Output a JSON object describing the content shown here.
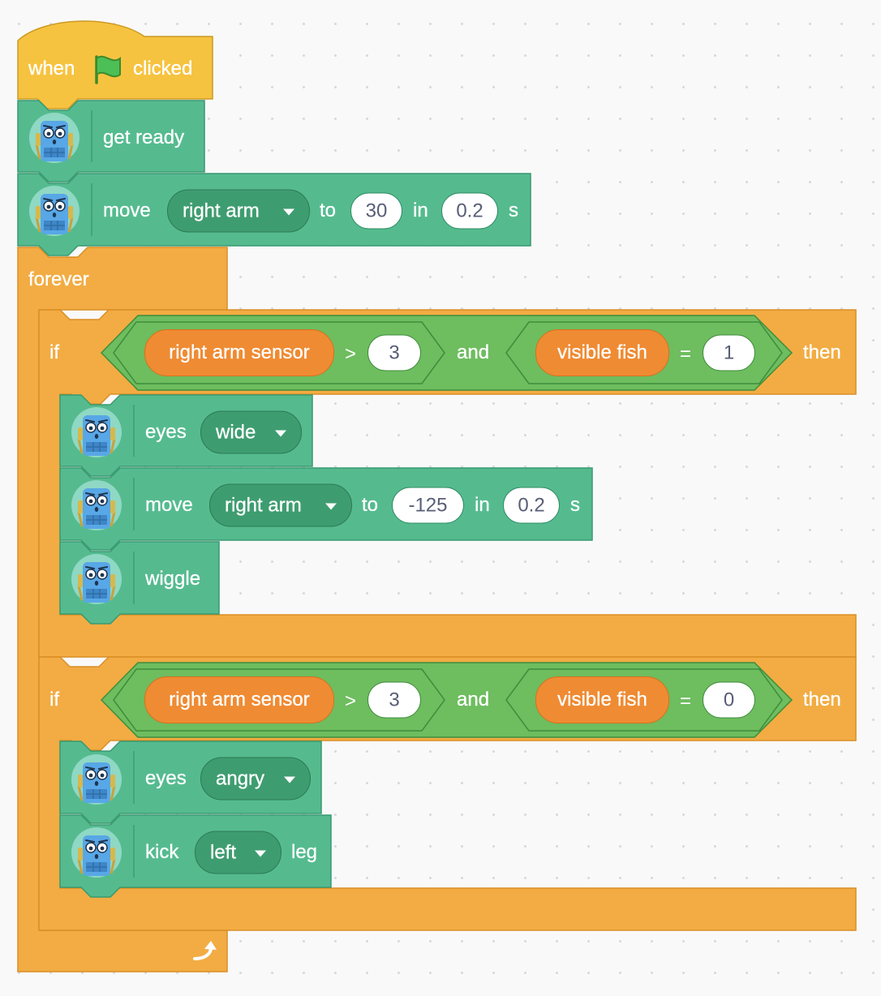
{
  "hat": {
    "when": "when",
    "clicked": "clicked",
    "flag_icon": "green-flag-icon"
  },
  "colors": {
    "events": "#f6c340",
    "control": "#f2ac43",
    "robot": "#55bb8f",
    "operators": "#6ebd5f",
    "sensing": "#ef8b33"
  },
  "robot_icon": "robot-icon",
  "get_ready": "get ready",
  "move1": {
    "move": "move",
    "part": "right arm",
    "to": "to",
    "angle": "30",
    "in": "in",
    "time": "0.2",
    "s": "s"
  },
  "forever": "forever",
  "if1": {
    "if": "if",
    "sensor": "right arm sensor",
    "gt": ">",
    "threshold": "3",
    "and": "and",
    "fish": "visible fish",
    "eq": "=",
    "fish_value": "1",
    "then": "then",
    "eyes": {
      "label": "eyes",
      "value": "wide"
    },
    "move": {
      "move": "move",
      "part": "right arm",
      "to": "to",
      "angle": "-125",
      "in": "in",
      "time": "0.2",
      "s": "s"
    },
    "wiggle": "wiggle"
  },
  "if2": {
    "if": "if",
    "sensor": "right arm sensor",
    "gt": ">",
    "threshold": "3",
    "and": "and",
    "fish": "visible fish",
    "eq": "=",
    "fish_value": "0",
    "then": "then",
    "eyes": {
      "label": "eyes",
      "value": "angry"
    },
    "kick": {
      "label": "kick",
      "side": "left",
      "leg": "leg"
    }
  },
  "forever_end_icon": "loop-arrow-icon"
}
